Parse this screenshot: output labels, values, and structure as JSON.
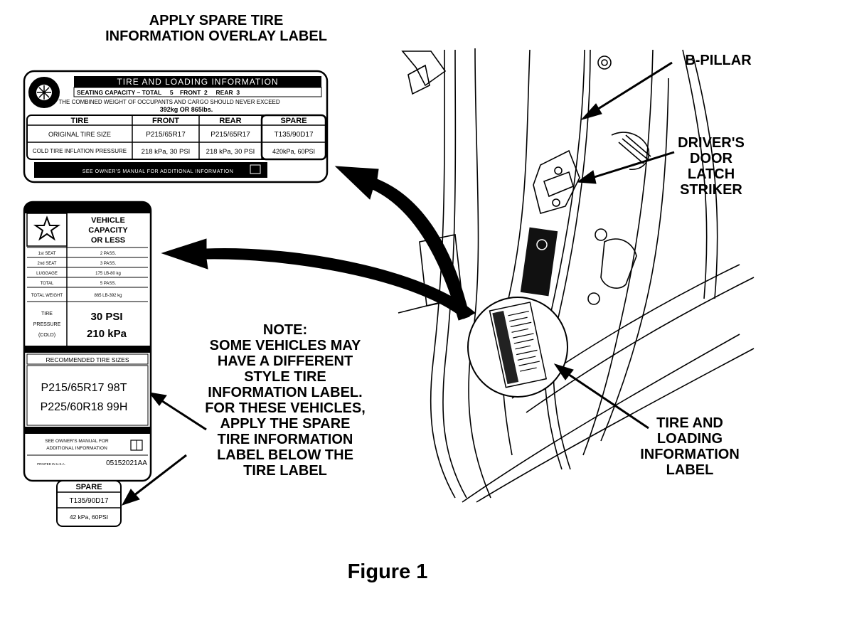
{
  "callouts": {
    "overlay_title": [
      "APPLY SPARE TIRE",
      "INFORMATION OVERLAY LABEL"
    ],
    "b_pillar": "B-PILLAR",
    "striker": [
      "DRIVER'S",
      "DOOR",
      "LATCH",
      "STRIKER"
    ],
    "note": [
      "NOTE:",
      "SOME VEHICLES MAY",
      "HAVE A DIFFERENT",
      "STYLE TIRE",
      "INFORMATION LABEL.",
      "FOR THESE VEHICLES,",
      "APPLY THE SPARE",
      "TIRE INFORMATION",
      "LABEL BELOW THE",
      "TIRE LABEL"
    ],
    "tire_label": [
      "TIRE AND",
      "LOADING",
      "INFORMATION",
      "LABEL"
    ]
  },
  "top_label": {
    "banner": "TIRE AND LOADING INFORMATION",
    "seating": "SEATING CAPACITY – TOTAL     5    FRONT  2     REAR  3",
    "weight_line1": "THE COMBINED WEIGHT OF OCCUPANTS AND CARGO SHOULD NEVER EXCEED",
    "weight_line2": "392kg  OR  865lbs.",
    "headers": [
      "TIRE",
      "FRONT",
      "REAR",
      "SPARE"
    ],
    "rows": [
      [
        "ORIGINAL TIRE SIZE",
        "P215/65R17",
        "P215/65R17",
        "T135/90D17"
      ],
      [
        "COLD TIRE INFLATION PRESSURE",
        "218 kPa, 30 PSI",
        "218 kPa, 30 PSI",
        "420kPa, 60PSI"
      ]
    ],
    "footer": "SEE OWNER'S MANUAL FOR ADDITIONAL INFORMATION"
  },
  "left_label": {
    "title": [
      "VEHICLE",
      "CAPACITY",
      "OR LESS"
    ],
    "rows": [
      [
        "1st SEAT",
        "2 PASS."
      ],
      [
        "2nd SEAT",
        "3 PASS."
      ],
      [
        "LUGGAGE",
        "175 LB-80 kg"
      ],
      [
        "TOTAL",
        "5 PASS."
      ],
      [
        "TOTAL WEIGHT",
        "865 LB-392 kg"
      ]
    ],
    "pressure_label": [
      "TIRE",
      "PRESSURE",
      "(COLD)"
    ],
    "pressure_psi": "30 PSI",
    "pressure_kpa": "210 kPa",
    "recommended_header": "RECOMMENDED TIRE SIZES",
    "sizes": [
      "P215/65R17 98T",
      "P225/60R18 99H"
    ],
    "manual": [
      "SEE OWNER'S MANUAL FOR",
      "ADDITIONAL INFORMATION"
    ],
    "made_in": "PRINTED IN U.S.A.",
    "part_no": "05152021AA"
  },
  "spare_label": {
    "header": "SPARE",
    "size": "T135/90D17",
    "pressure": "42 kPa, 60PSI"
  },
  "caption": "Figure 1"
}
